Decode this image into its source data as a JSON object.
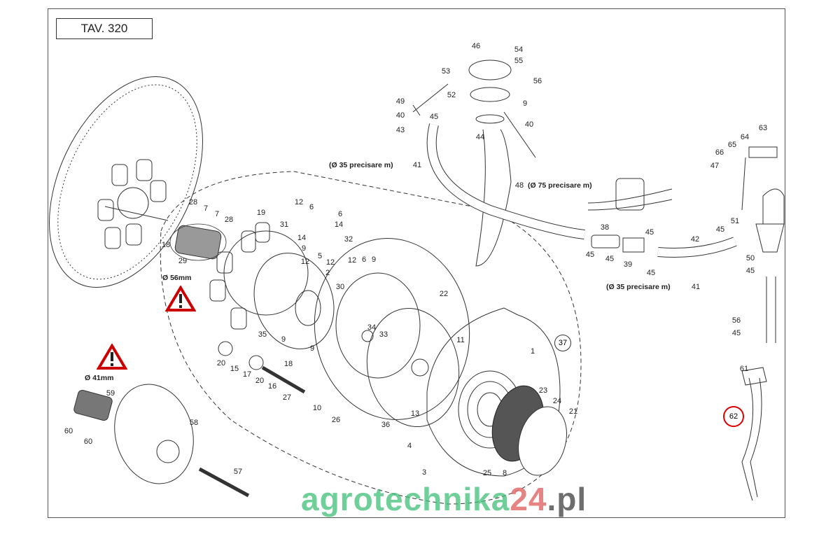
{
  "table_label": "TAV. 320",
  "watermark": {
    "part1": "agrotechnika",
    "part2": "24",
    "part3": ".pl"
  },
  "dimensions": {
    "d56": "Ø 56mm",
    "d41": "Ø 41mm"
  },
  "hose_notes": {
    "hose41_top": "(Ø 35 precisare m)",
    "hose41_top_num": "41",
    "hose48_num": "48",
    "hose48": "(Ø 75 precisare m)",
    "hose41_right": "(Ø 35 precisare m)",
    "hose41_right_num": "41"
  },
  "highlighted_part": "62",
  "assembly_group": "37",
  "colors": {
    "highlight": "#dd0000",
    "warning": "#cc0000",
    "watermark_green": "#3fbf78",
    "watermark_red": "#e06666"
  },
  "callouts": [
    "54",
    "46",
    "55",
    "53",
    "56",
    "52",
    "49",
    "40",
    "45",
    "9",
    "43",
    "44",
    "40",
    "63",
    "64",
    "65",
    "66",
    "47",
    "38",
    "45",
    "45",
    "45",
    "39",
    "45",
    "42",
    "45",
    "51",
    "50",
    "45",
    "56",
    "45",
    "61",
    "28",
    "7",
    "7",
    "28",
    "18",
    "29",
    "19",
    "31",
    "12",
    "6",
    "6",
    "14",
    "32",
    "14",
    "9",
    "5",
    "12",
    "12",
    "9",
    "12",
    "6",
    "2",
    "30",
    "22",
    "34",
    "33",
    "11",
    "1",
    "35",
    "9",
    "9",
    "20",
    "15",
    "17",
    "20",
    "16",
    "18",
    "27",
    "10",
    "26",
    "36",
    "13",
    "23",
    "24",
    "21",
    "4",
    "3",
    "25",
    "8",
    "59",
    "60",
    "60",
    "58",
    "57"
  ]
}
